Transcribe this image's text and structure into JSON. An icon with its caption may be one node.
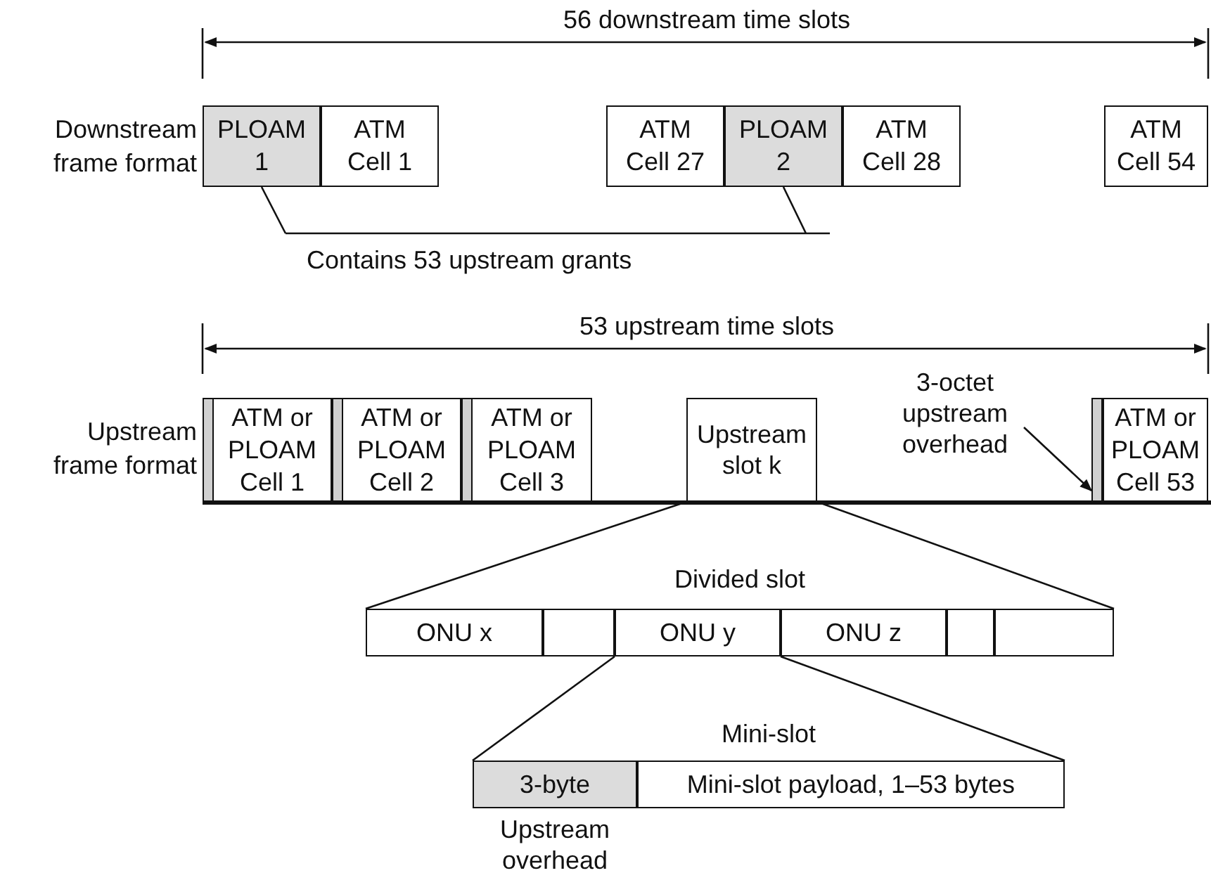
{
  "diagram": {
    "nodes": [
      {
        "text": [
          "PLOAM 1"
        ]
      },
      {
        "text": [
          "ATM Cell 1"
        ]
      },
      {
        "text": [
          "ATM Cell 27"
        ]
      },
      {
        "text": [
          "PLOAM 2"
        ]
      },
      {
        "text": [
          "ATM Cell 28"
        ]
      },
      {
        "text": [
          "ATM Cell 54"
        ]
      },
      {
        "text": [
          "ATM or PLOAM Cell 1"
        ]
      },
      {
        "text": [
          "ATM or PLOAM Cell 2"
        ]
      },
      {
        "text": [
          "ATM or PLOAM Cell 3"
        ]
      },
      {
        "text": [
          "Upstream slot k"
        ]
      },
      {
        "text": [
          "3-octet upstream overhead"
        ]
      },
      {
        "text": [],
        "shape": "bar"
      },
      {
        "text": [
          "ATM or PLOAM Cell 53"
        ]
      },
      {
        "text": [
          "Divided slot"
        ]
      },
      {
        "text": [
          "ONU x"
        ],
        "in": 13
      },
      {
        "text": [],
        "shape": "box",
        "in": 13
      },
      {
        "text": [
          "ONU y"
        ],
        "in": 13
      },
      {
        "text": [
          "ONU z"
        ],
        "in": 13
      },
      {
        "text": [],
        "shape": "box",
        "in": 13
      },
      {
        "text": [],
        "shape": "box",
        "in": 13
      },
      {
        "text": [
          "Mini-slot"
        ]
      },
      {
        "text": [
          "3-byte"
        ],
        "beside": [
          "Upstream overhead"
        ],
        "in": 20
      },
      {
        "text": [
          "Mini-slot payload, 1–53 bytes"
        ],
        "in": 20
      },
      {
        "text": [
          "Contains 53 upstream grants"
        ]
      }
    ],
    "edges": [
      {
        "from": 23,
        "to": 0,
        "arrow": "none"
      },
      {
        "from": 23,
        "to": 3,
        "arrow": "none"
      },
      {
        "from": 10,
        "to": 11,
        "arrow": "to"
      },
      {
        "from": 9,
        "to": 13,
        "arrow": "none"
      },
      {
        "from": 9,
        "to": 13,
        "arrow": "none"
      },
      {
        "from": 16,
        "to": 20,
        "arrow": "none"
      },
      {
        "from": 16,
        "to": 20,
        "arrow": "none"
      }
    ],
    "labels": [
      "56 downstream time slots",
      "Downstream frame format",
      "53 upstream time slots",
      "Upstream frame format"
    ]
  }
}
